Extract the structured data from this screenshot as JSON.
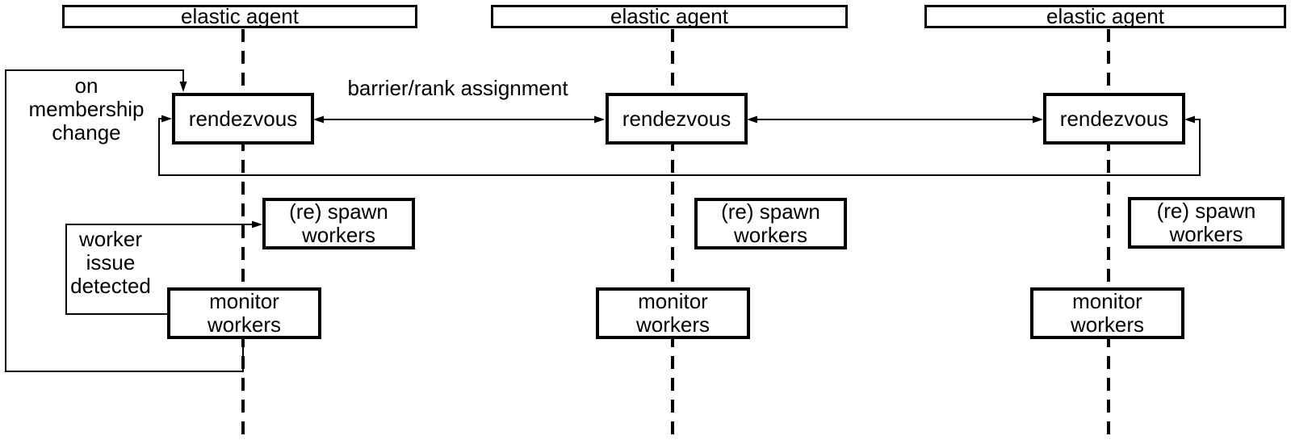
{
  "colors": {
    "line": "#000000",
    "text": "#000000",
    "background": "#ffffff"
  },
  "columns": [
    {
      "agent_label": "elastic agent",
      "rendezvous_label": "rendezvous",
      "spawn_lines": [
        "(re) spawn",
        "workers"
      ],
      "monitor_lines": [
        "monitor",
        "workers"
      ]
    },
    {
      "agent_label": "elastic agent",
      "rendezvous_label": "rendezvous",
      "spawn_lines": [
        "(re) spawn",
        "workers"
      ],
      "monitor_lines": [
        "monitor",
        "workers"
      ]
    },
    {
      "agent_label": "elastic agent",
      "rendezvous_label": "rendezvous",
      "spawn_lines": [
        "(re) spawn",
        "workers"
      ],
      "monitor_lines": [
        "monitor",
        "workers"
      ]
    }
  ],
  "annotations": {
    "barrier_label": "barrier/rank assignment",
    "membership_lines": [
      "on",
      "membership",
      "change"
    ],
    "worker_issue_lines": [
      "worker",
      "issue",
      "detected"
    ]
  }
}
